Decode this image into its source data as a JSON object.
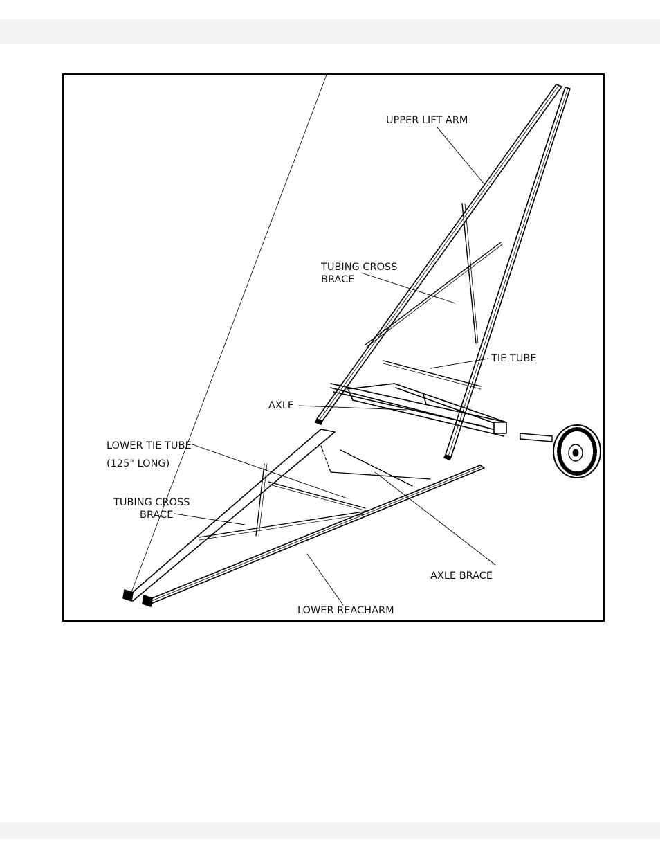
{
  "figure": {
    "labels": {
      "upper_lift_arm": "UPPER LIFT ARM",
      "tubing_cross_brace_top_line1": "TUBING CROSS",
      "tubing_cross_brace_top_line2": "BRACE",
      "tie_tube": "TIE TUBE",
      "axle": "AXLE",
      "lower_tie_tube_line1": "LOWER TIE TUBE",
      "lower_tie_tube_line2": "(125\" LONG)",
      "tubing_cross_brace_bottom_line1": "TUBING CROSS",
      "tubing_cross_brace_bottom_line2": "BRACE",
      "axle_brace": "AXLE BRACE",
      "lower_reacharm": "LOWER REACHARM"
    }
  }
}
